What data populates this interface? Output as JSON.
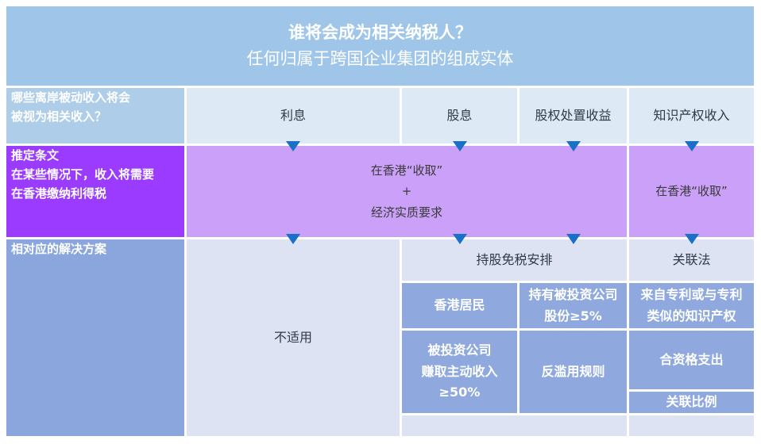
{
  "header": {
    "title": "谁将会成为相关纳税人？",
    "subtitle": "任何归属于跨国企业集团的组成实体"
  },
  "row1": {
    "label_line1": "哪些离岸被动收入将会",
    "label_line2": "被视为相关收入？",
    "interest": "利息",
    "dividends": "股息",
    "equity_gains": "股权处置收益",
    "ip_income": "知识产权收入"
  },
  "row2": {
    "label_title": "推定条文",
    "label_line2": "在某些情况下，收入将需要",
    "label_line3": "在香港缴纳利得税",
    "main_line1": "在香港“收取”",
    "main_plus": "+",
    "main_line2": "经济实质要求",
    "ip": "在香港“收取”"
  },
  "row3": {
    "label": "相对应的解决方案",
    "not_applicable": "不适用",
    "participation_exemption": "持股免税安排",
    "nexus_approach": "关联法",
    "hk_resident": "香港居民",
    "holding_line1": "持有被投资公司",
    "holding_line2": "股份≥5%",
    "ip_source_line1": "来自专利或与专利",
    "ip_source_line2": "类似的知识产权",
    "active_line1": "被投资公司",
    "active_line2": "赚取主动收入",
    "active_line3": "≥50%",
    "anti_abuse": "反滥用规则",
    "qualifying_expenditure": "合资格支出",
    "nexus_ratio": "关联比例"
  }
}
